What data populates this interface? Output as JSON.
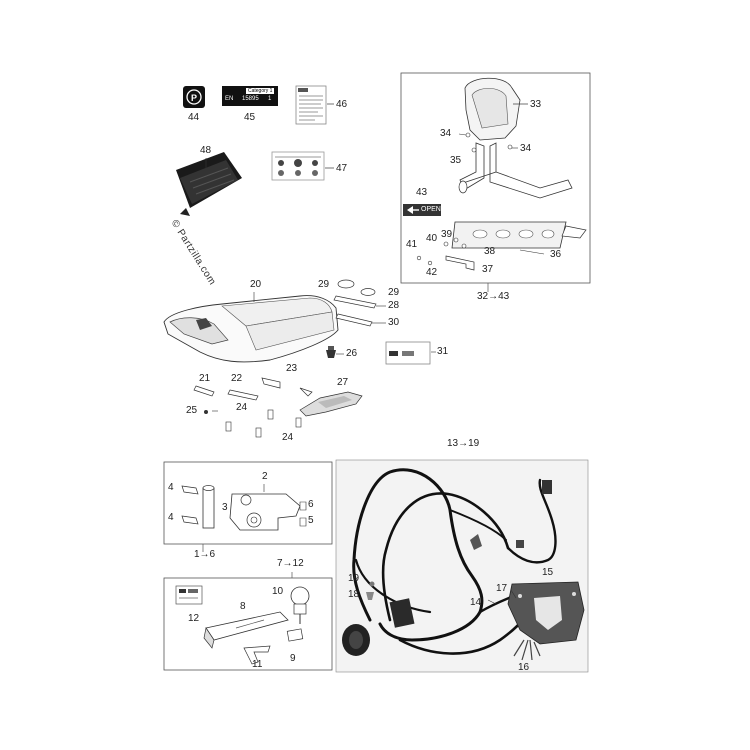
{
  "watermark": "© Partzilla.com",
  "decals": {
    "category_line": "Category 1",
    "en_code": "EN",
    "en_number": "15895",
    "en_suffix": "1",
    "open_label": "OPEN"
  },
  "callouts": {
    "c44": "44",
    "c45": "45",
    "c46": "46",
    "c47": "47",
    "c48": "48",
    "c33": "33",
    "c34a": "34",
    "c34b": "34",
    "c35": "35",
    "c43": "43",
    "c40": "40",
    "c39": "39",
    "c41": "41",
    "c38": "38",
    "c36": "36",
    "c42": "42",
    "c37": "37",
    "range_32_43": "32→43",
    "c20": "20",
    "c29a": "29",
    "c29b": "29",
    "c28": "28",
    "c30": "30",
    "c26": "26",
    "c31": "31",
    "c21": "21",
    "c22": "22",
    "c23": "23",
    "c27": "27",
    "c25": "25",
    "c24a": "24",
    "c24b": "24",
    "range_13_19": "13→19",
    "c4a": "4",
    "c4b": "4",
    "c2": "2",
    "c3": "3",
    "c6": "6",
    "c5": "5",
    "range_1_6": "1→6",
    "range_7_12": "7→12",
    "c10": "10",
    "c8": "8",
    "c12": "12",
    "c11": "11",
    "c9": "9",
    "c19": "19",
    "c18": "18",
    "c17": "17",
    "c15": "15",
    "c14": "14",
    "c16": "16"
  }
}
